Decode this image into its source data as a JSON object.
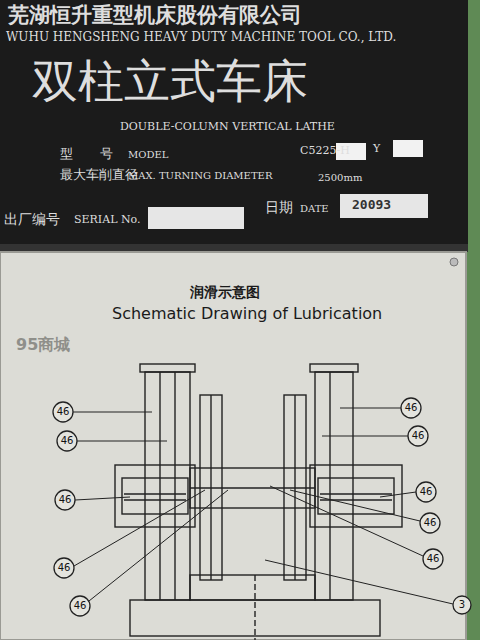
{
  "diagram": {
    "labels": [
      "芜湖恒升重型机床股份有限公司",
      "WUHU HENGSHENG HEAVY DUTY MACHINE TOOL CO., LTD.",
      "双柱立式车床",
      "DOUBLE-COLUMN VERTICAL LATHE",
      "型",
      "号",
      "MODEL",
      "C5225-H",
      "Y",
      "最大车削直径",
      "MAX. TURNING DIAMETER",
      "2500mm",
      "出厂编号",
      "SERIAL No.",
      "日期",
      "DATE",
      "20093",
      "润滑示意图",
      "Schematic Drawing of Lubrication",
      "46",
      "46",
      "46",
      "46",
      "46",
      "46",
      "46",
      "46",
      "46",
      "46",
      "3",
      "95商城"
    ]
  }
}
